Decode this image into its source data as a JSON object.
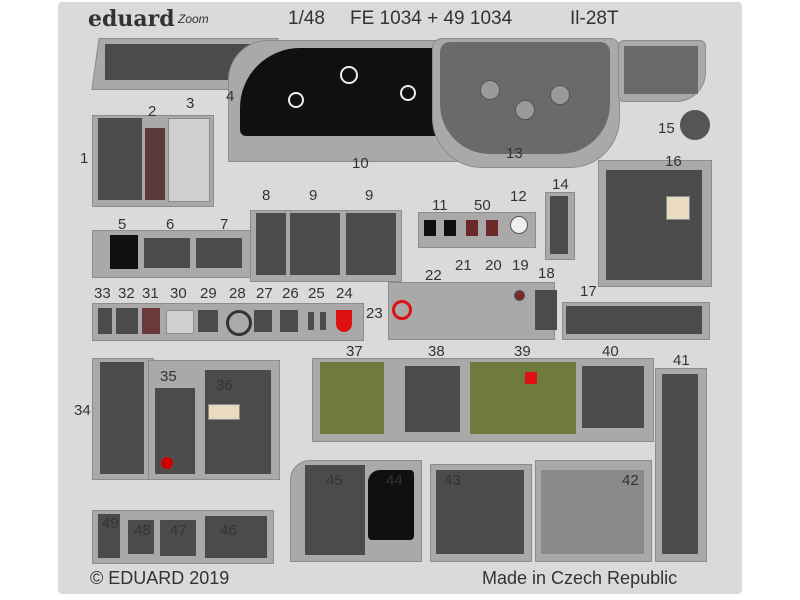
{
  "header": {
    "brand": "eduard",
    "series": "Zoom",
    "scale": "1/48",
    "code": "FE 1034 + 49 1034",
    "model": "Il-28T"
  },
  "footer": {
    "copyright": "© EDUARD 2019",
    "origin": "Made in Czech Republic"
  },
  "part_labels": [
    "1",
    "2",
    "3",
    "4",
    "5",
    "6",
    "7",
    "8",
    "9",
    "9",
    "10",
    "11",
    "50",
    "12",
    "13",
    "14",
    "15",
    "16",
    "17",
    "18",
    "19",
    "20",
    "21",
    "22",
    "23",
    "24",
    "25",
    "26",
    "27",
    "28",
    "29",
    "30",
    "31",
    "32",
    "33",
    "34",
    "35",
    "36",
    "37",
    "38",
    "39",
    "40",
    "41",
    "42",
    "43",
    "44",
    "45",
    "46",
    "47",
    "48",
    "49"
  ],
  "colors": {
    "fret": "#dadada",
    "frame": "#a9a9a9",
    "panel_black": "#101010",
    "panel_dark": "#4b4b4b",
    "olive": "#6e7b3c",
    "red": "#dd1111"
  }
}
